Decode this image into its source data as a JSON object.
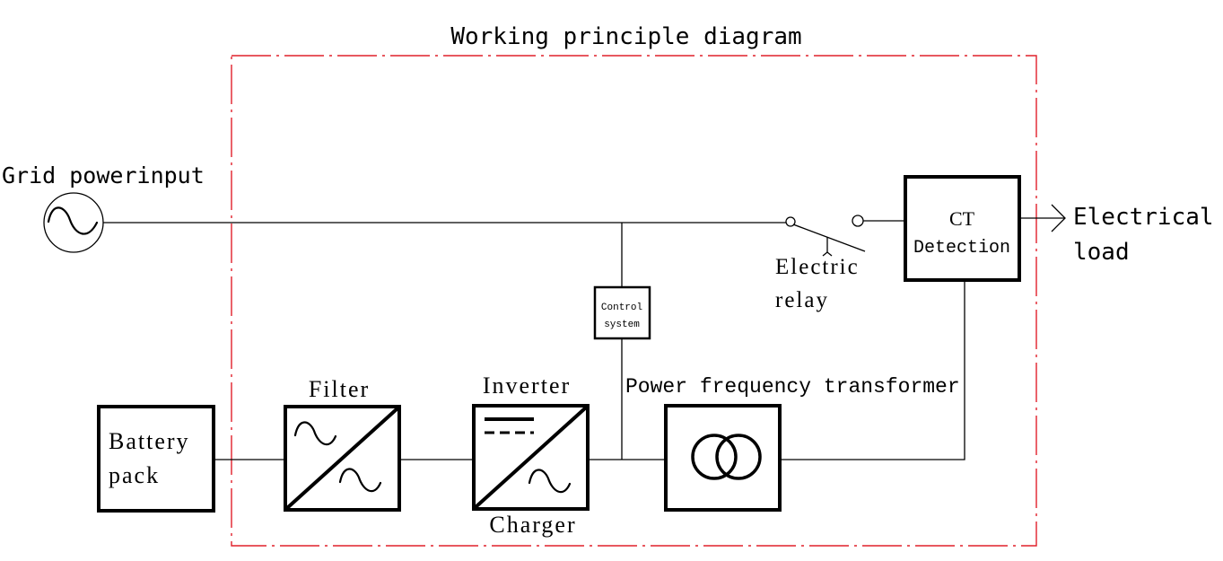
{
  "diagram": {
    "title": "Working principle diagram",
    "boundary_color": "#e0202a",
    "boundary_style": "dash-dot",
    "grid_input": {
      "label": "Grid power input",
      "label_display": "Grid powerinput",
      "icon": "ac-source-icon"
    },
    "electric_relay": {
      "label_line1": "Electric",
      "label_line2": "relay",
      "icon": "relay-switch-icon"
    },
    "ct_detection": {
      "label_line1": "CT",
      "label_line2": "Detection"
    },
    "electrical_load": {
      "label_line1": "Electrical",
      "label_line2": "load",
      "icon": "arrow-right-icon"
    },
    "control_system": {
      "label_line1": "Control",
      "label_line2": "system"
    },
    "battery_pack": {
      "label_line1": "Battery",
      "label_line2": "pack"
    },
    "filter": {
      "label": "Filter",
      "icon": "ac-ac-converter-icon"
    },
    "inverter": {
      "label_top": "Inverter",
      "label_bottom": "Charger",
      "icon": "dc-ac-converter-icon"
    },
    "transformer": {
      "label": "Power frequency transformer",
      "icon": "transformer-icon"
    }
  }
}
